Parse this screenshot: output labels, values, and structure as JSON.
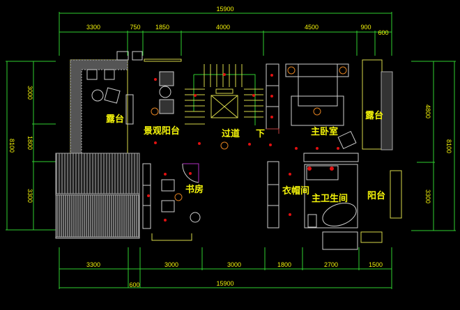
{
  "dimensions": {
    "top_total": "15900",
    "top_segments": [
      "3300",
      "750",
      "1850",
      "4000",
      "4500",
      "900",
      "600"
    ],
    "bottom_segments": [
      "3300",
      "3000",
      "3000",
      "1800",
      "2700",
      "1500"
    ],
    "bottom_offset": "600",
    "bottom_total": "15900",
    "left_segments": [
      "3000",
      "1800",
      "3300"
    ],
    "left_total": "8100",
    "right_segments": [
      "4800",
      "3300"
    ],
    "right_total": "8100"
  },
  "rooms": {
    "terrace_left": "露台",
    "landscape_balcony": "景观阳台",
    "corridor": "过道",
    "down": "下",
    "master_bedroom": "主卧室",
    "terrace_right": "露台",
    "study": "书房",
    "cloakroom": "衣帽间",
    "master_bathroom": "主卫生间",
    "balcony": "阳台"
  },
  "colors": {
    "background": "#000000",
    "dimension": "#2fd02f",
    "text": "#f4f40a",
    "wall": "#cfcfcf"
  }
}
